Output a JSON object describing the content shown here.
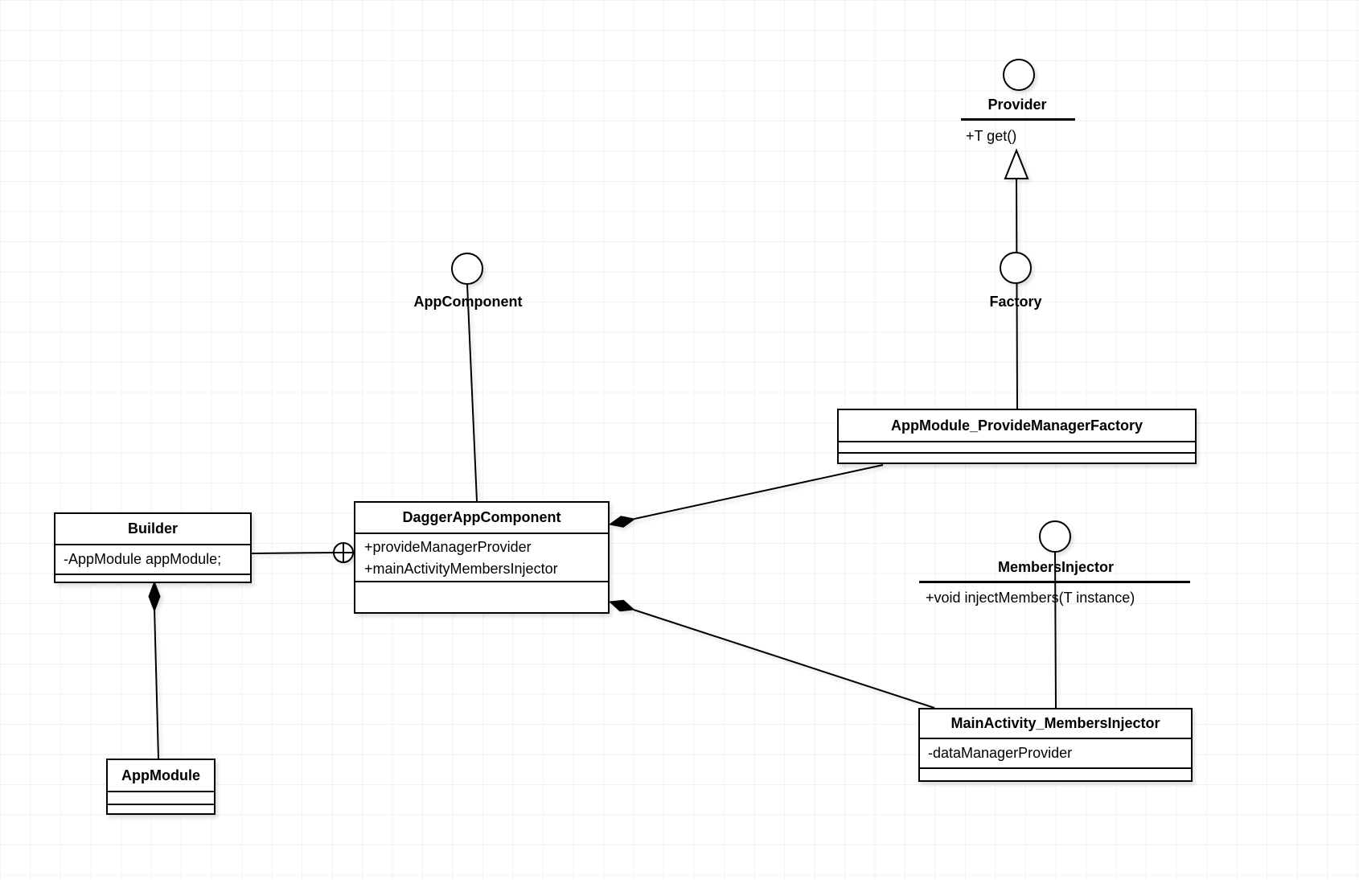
{
  "canvas": {
    "background_color": "#ffffff",
    "grid_color": "#f1f2f4",
    "stroke_color": "#000000",
    "shape_fill_color": "#ffffff",
    "text_color": "#000000"
  },
  "interfaces": [
    {
      "name": "Provider",
      "operations": [
        "+T get()"
      ]
    },
    {
      "name": "AppComponent",
      "operations": []
    },
    {
      "name": "Factory",
      "operations": []
    },
    {
      "name": "MembersInjector",
      "operations": [
        "+void injectMembers(T instance)"
      ]
    }
  ],
  "classes": [
    {
      "name": "Builder",
      "attributes": [
        "-AppModule appModule;"
      ]
    },
    {
      "name": "DaggerAppComponent",
      "attributes": [
        "+provideManagerProvider",
        "+mainActivityMembersInjector"
      ]
    },
    {
      "name": "AppModule",
      "attributes": []
    },
    {
      "name": "AppModule_ProvideManagerFactory",
      "attributes": []
    },
    {
      "name": "MainActivity_MembersInjector",
      "attributes": [
        "-dataManagerProvider"
      ]
    }
  ],
  "relationships": [
    {
      "from": "Factory",
      "to": "Provider",
      "type": "generalization"
    },
    {
      "from": "AppModule_ProvideManagerFactory",
      "to": "Factory",
      "type": "lollipop-interface"
    },
    {
      "from": "DaggerAppComponent",
      "to": "AppComponent",
      "type": "lollipop-interface"
    },
    {
      "from": "MainActivity_MembersInjector",
      "to": "MembersInjector",
      "type": "lollipop-interface"
    },
    {
      "from": "DaggerAppComponent",
      "to": "AppModule_ProvideManagerFactory",
      "type": "composition"
    },
    {
      "from": "DaggerAppComponent",
      "to": "MainActivity_MembersInjector",
      "type": "composition"
    },
    {
      "from": "Builder",
      "to": "DaggerAppComponent",
      "type": "containment"
    },
    {
      "from": "Builder",
      "to": "AppModule",
      "type": "composition"
    }
  ]
}
